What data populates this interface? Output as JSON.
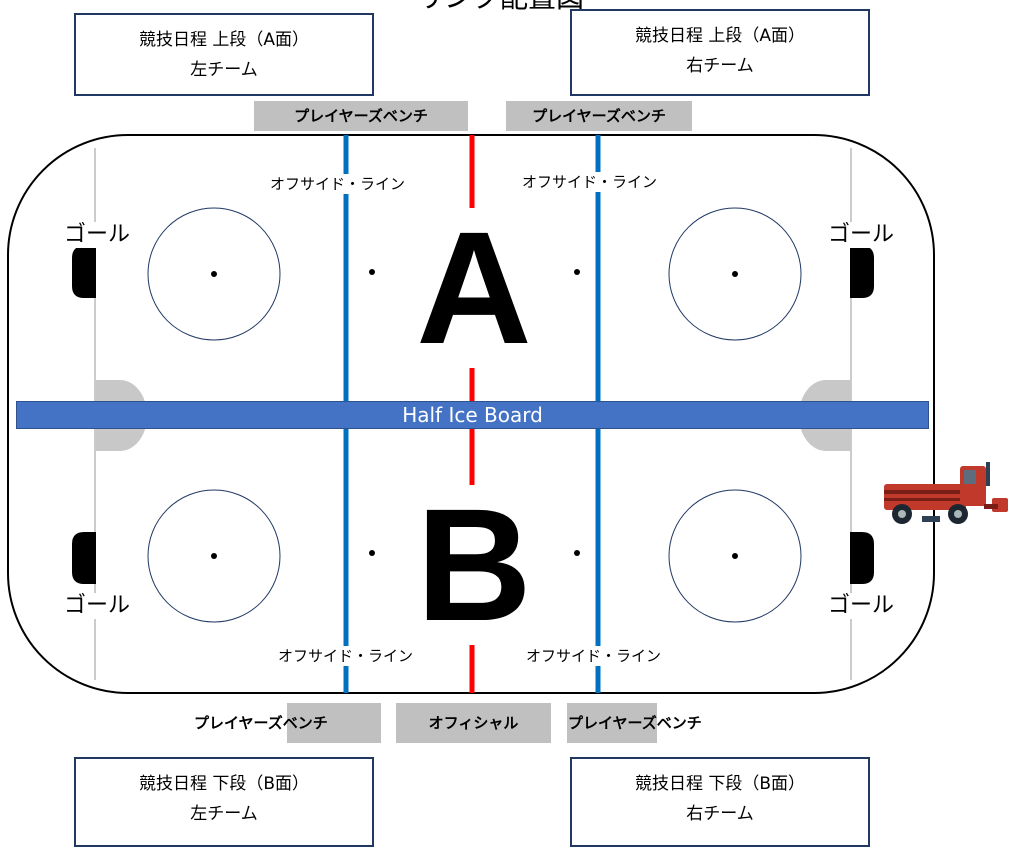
{
  "title": "リンク配置図",
  "schedule_boxes": {
    "top_left": {
      "line1": "競技日程 上段（A面）",
      "line2": "左チーム"
    },
    "top_right": {
      "line1": "競技日程 上段（A面）",
      "line2": "右チーム"
    },
    "bottom_left": {
      "line1": "競技日程 下段（B面）",
      "line2": "左チーム"
    },
    "bottom_right": {
      "line1": "競技日程 下段（B面）",
      "line2": "右チーム"
    }
  },
  "players_bench": "プレイヤーズベンチ",
  "officials": "オフィシャル",
  "offside_line": "オフサイド・ライン",
  "goal": "ゴール",
  "zone_a": "A",
  "zone_b": "B",
  "half_ice_board": "Half Ice Board",
  "colors": {
    "blue_line": "#0070c0",
    "red_line": "#ff0000",
    "board": "#4472c4",
    "box_border": "#1f3864",
    "bench_bg": "#c0c0c0"
  },
  "icons": [
    "zamboni-icon",
    "goal-icon",
    "faceoff-circle",
    "faceoff-dot"
  ]
}
